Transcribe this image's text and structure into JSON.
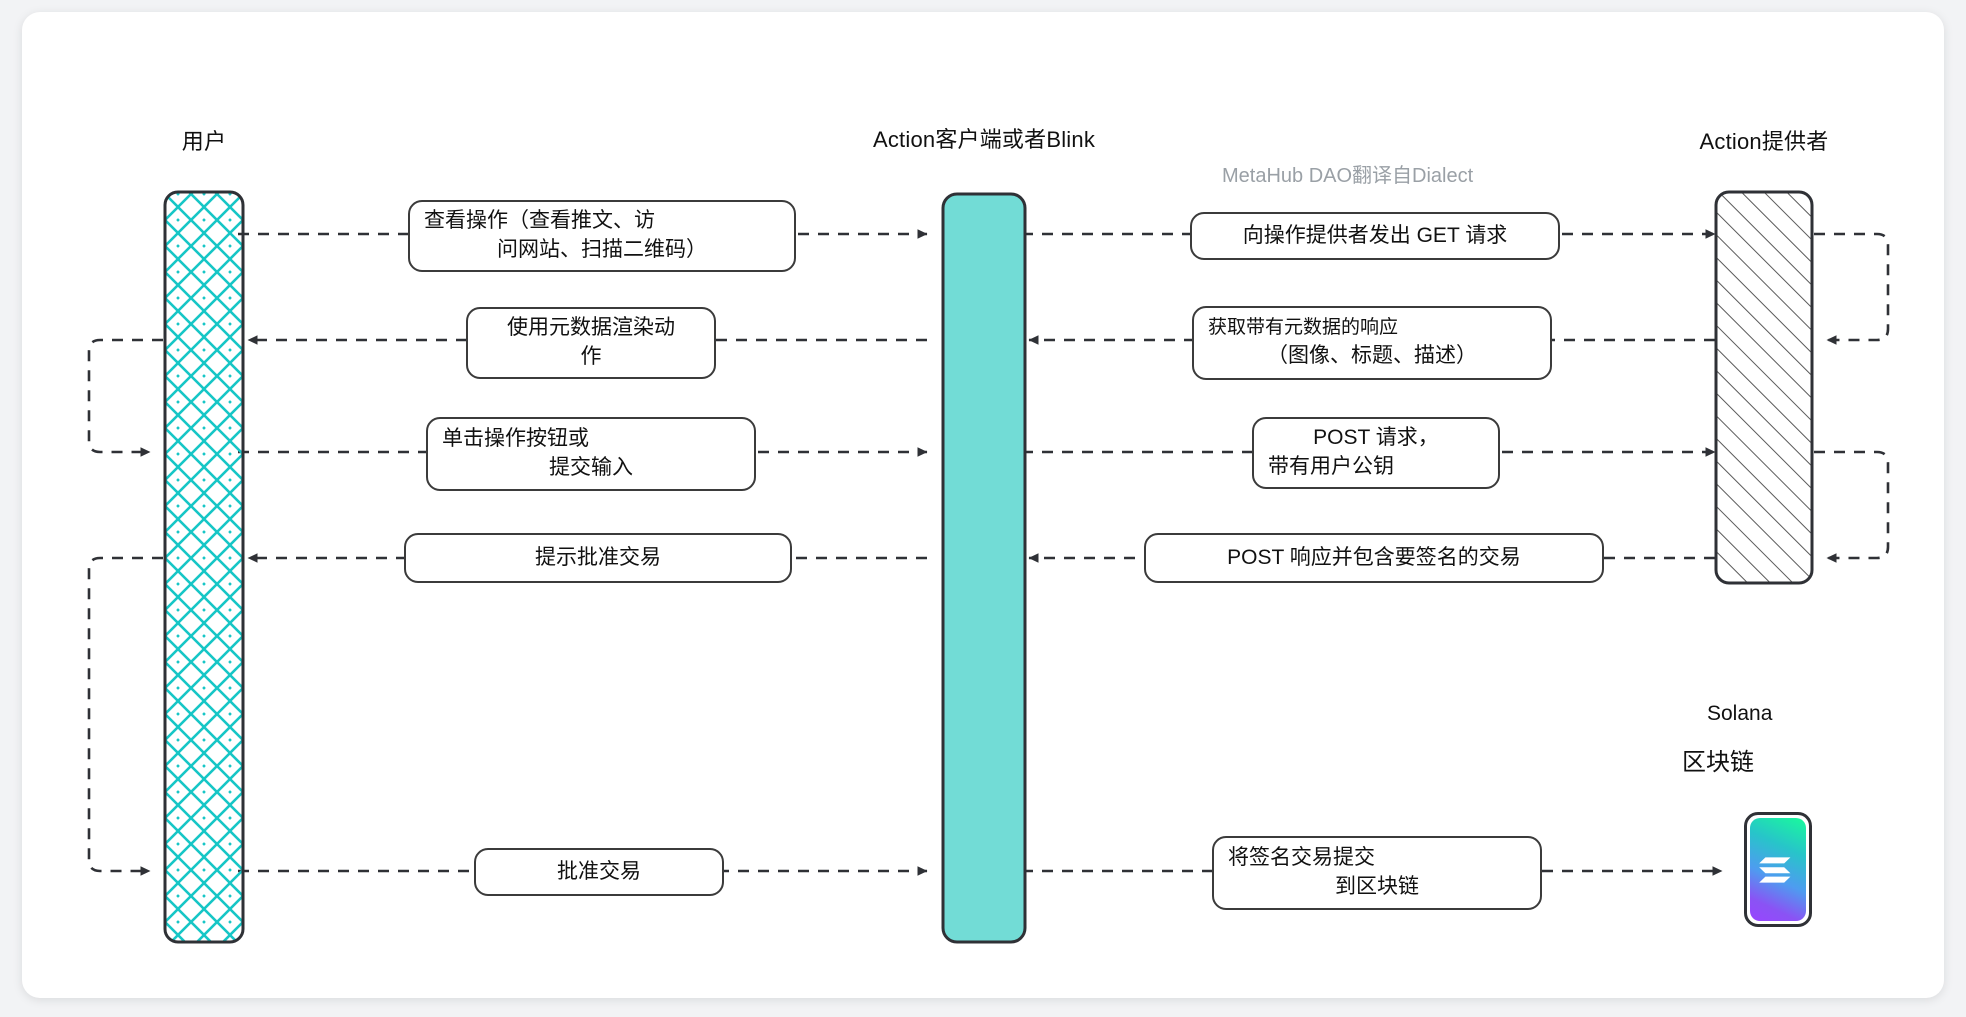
{
  "diagram": {
    "type": "sequence-diagram",
    "title_watermark": "MetaHub DAO翻译自Dialect",
    "background": "#ffffff",
    "page_background": "#f2f3f5"
  },
  "participants": [
    {
      "id": "user",
      "label": "用户",
      "lifeline_style": "cross-hatch",
      "color": "#16c6c6"
    },
    {
      "id": "client",
      "label": "Action客户端或者Blink",
      "lifeline_style": "solid-fill",
      "color": "#72dcd6"
    },
    {
      "id": "provider",
      "label": "Action提供者",
      "lifeline_style": "diagonal-hatch",
      "color": "#555555"
    }
  ],
  "messages": [
    {
      "id": "m1",
      "from": "user",
      "to": "client",
      "direction": "right",
      "lines": [
        "查看操作（查看推文、访",
        "问网站、扫描二维码）"
      ]
    },
    {
      "id": "m2",
      "from": "client",
      "to": "provider",
      "direction": "right",
      "lines": [
        "向操作提供者发出 GET 请求"
      ]
    },
    {
      "id": "m3",
      "from": "client",
      "to": "user",
      "direction": "left",
      "lines": [
        "使用元数据渲染动",
        "作"
      ]
    },
    {
      "id": "m4",
      "from": "provider",
      "to": "client",
      "direction": "left",
      "lines": [
        "获取带有元数据的响应",
        "（图像、标题、描述）"
      ]
    },
    {
      "id": "m5",
      "from": "user",
      "to": "client",
      "direction": "right",
      "lines": [
        "单击操作按钮或",
        "提交输入"
      ]
    },
    {
      "id": "m6",
      "from": "client",
      "to": "provider",
      "direction": "right",
      "lines": [
        "POST 请求，",
        "带有用户公钥"
      ]
    },
    {
      "id": "m7",
      "from": "client",
      "to": "user",
      "direction": "left",
      "lines": [
        "提示批准交易"
      ]
    },
    {
      "id": "m8",
      "from": "provider",
      "to": "client",
      "direction": "left",
      "lines": [
        "POST 响应并包含要签名的交易"
      ]
    },
    {
      "id": "m9",
      "from": "user",
      "to": "client",
      "direction": "right",
      "lines": [
        "批准交易"
      ]
    },
    {
      "id": "m10",
      "from": "client",
      "to": "chain",
      "direction": "right",
      "lines": [
        "将签名交易提交",
        "到区块链"
      ]
    }
  ],
  "blockchain": {
    "name": "Solana",
    "label_cn": "区块链",
    "icon": "solana-logo-icon",
    "gradient_from": "#19fb9b",
    "gradient_to": "#9945ff"
  }
}
